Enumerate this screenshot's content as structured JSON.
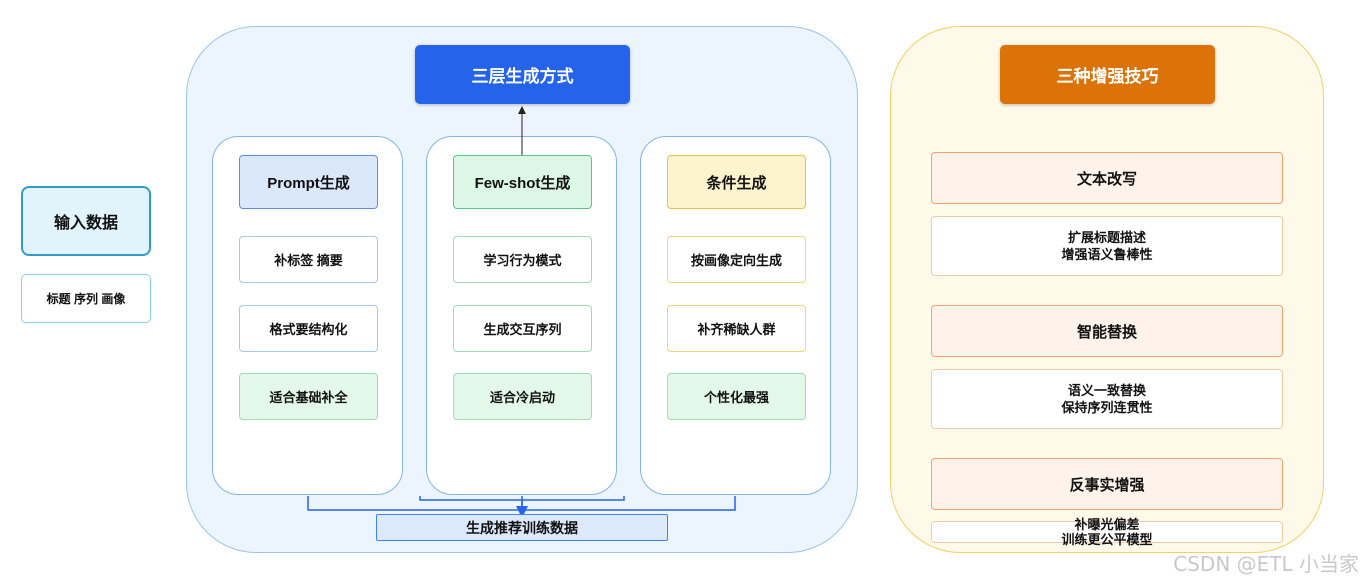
{
  "input": {
    "title": "输入数据",
    "sub": "标题 序列 画像"
  },
  "generation": {
    "title": "三层生成方式",
    "columns": [
      {
        "header": "Prompt生成",
        "items": [
          "补标签 摘要",
          "格式要结构化",
          "适合基础补全"
        ]
      },
      {
        "header": "Few-shot生成",
        "items": [
          "学习行为模式",
          "生成交互序列",
          "适合冷启动"
        ]
      },
      {
        "header": "条件生成",
        "items": [
          "按画像定向生成",
          "补齐稀缺人群",
          "个性化最强"
        ]
      }
    ],
    "output": "生成推荐训练数据"
  },
  "enhancement": {
    "title": "三种增强技巧",
    "techniques": [
      {
        "name": "文本改写",
        "line1": "扩展标题描述",
        "line2": "增强语义鲁棒性"
      },
      {
        "name": "智能替换",
        "line1": "语义一致替换",
        "line2": "保持序列连贯性"
      },
      {
        "name": "反事实增强",
        "line1": "补曝光偏差",
        "line2": "训练更公平模型"
      }
    ]
  },
  "watermark": "CSDN @ETL 小当家",
  "colors": {
    "blue_title": "#2563eb",
    "orange_title": "#dc7309",
    "prompt_fill": "#dbe8fb",
    "fewshot_fill": "#dcf7e6",
    "condition_fill": "#fdf3cd"
  }
}
